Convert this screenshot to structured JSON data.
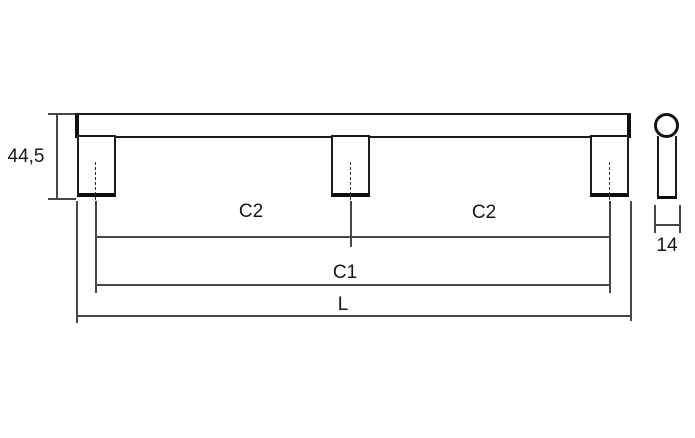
{
  "drawing": {
    "front_view": {
      "height_dim": "44,5",
      "c2_left_label": "C2",
      "c2_right_label": "C2",
      "c1_label": "C1",
      "length_label": "L"
    },
    "side_view": {
      "width_dim": "14"
    },
    "colors": {
      "part_outline": "#1c1c1c",
      "dimension_line": "#474747",
      "background": "#ffffff",
      "label_text": "#161616"
    }
  }
}
